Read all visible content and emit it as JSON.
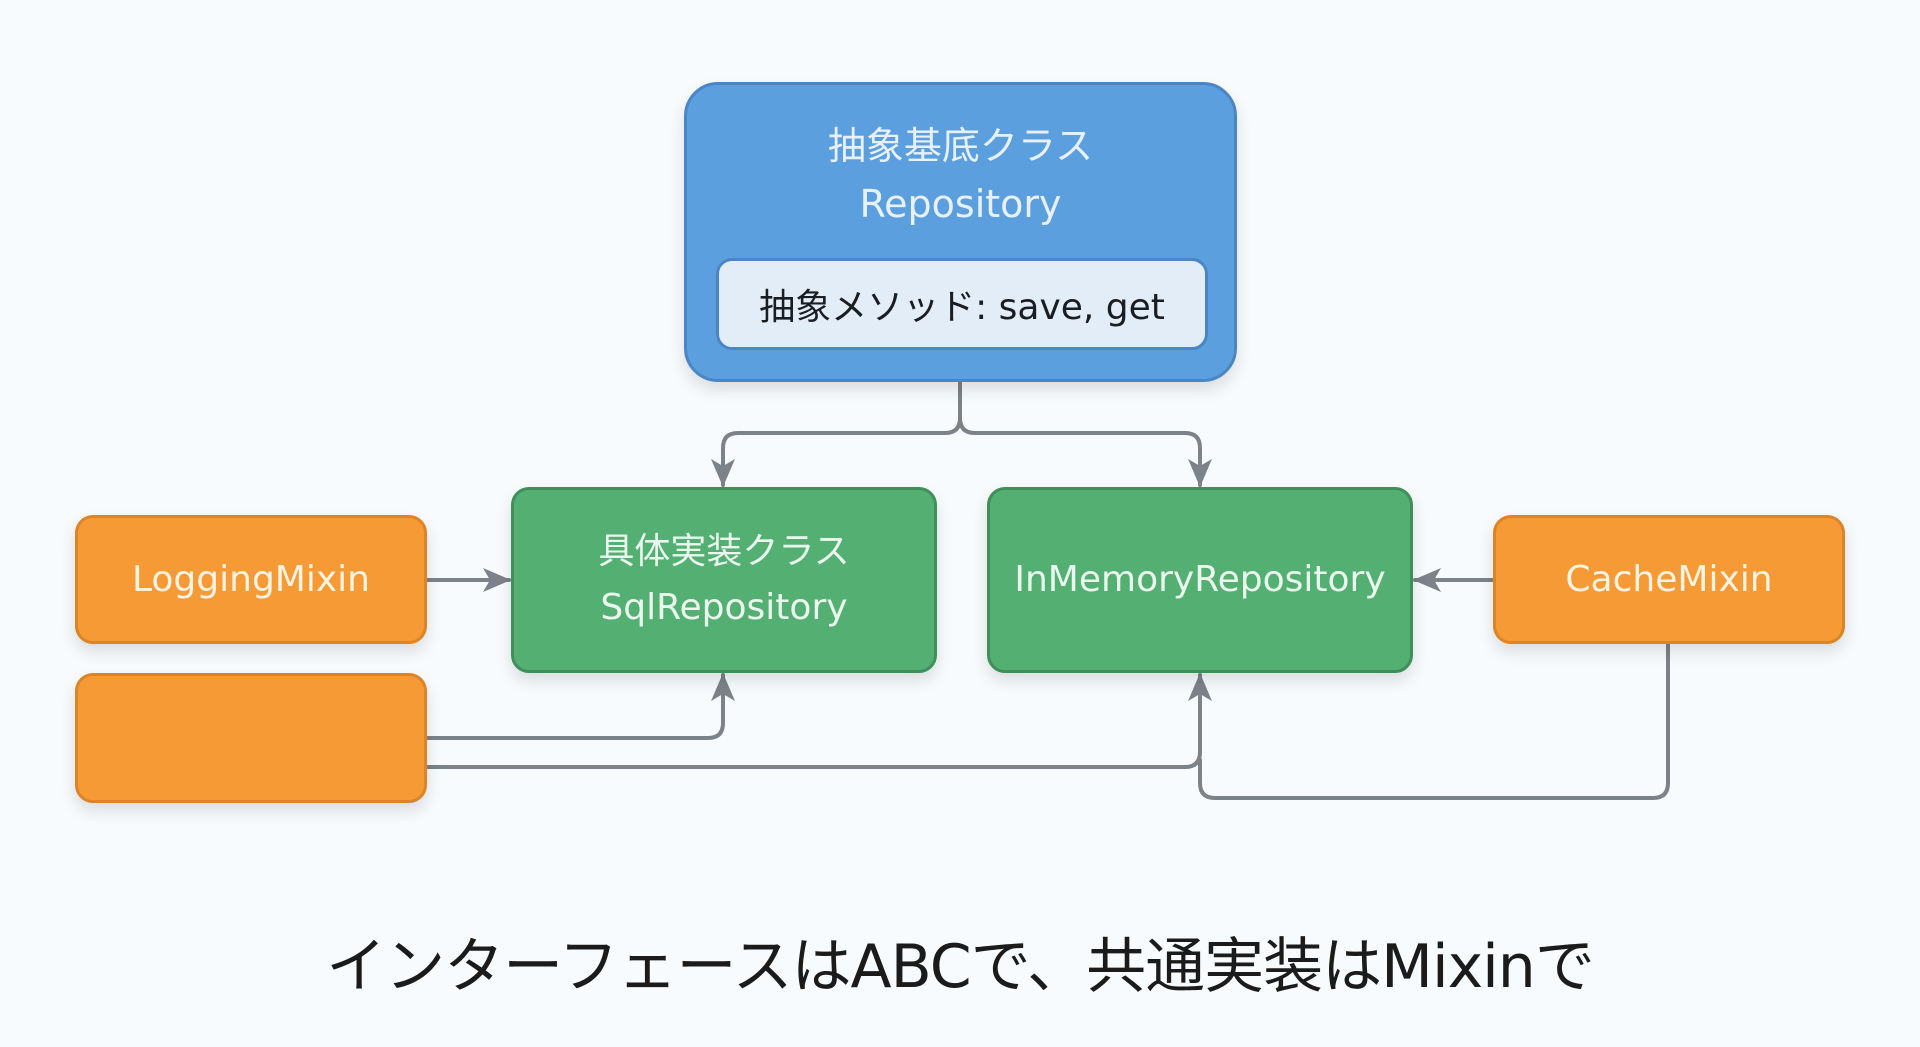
{
  "diagram": {
    "abstract_class": {
      "kind_label": "抽象基底クラス",
      "name": "Repository",
      "methods_label": "抽象メソッド: save, get"
    },
    "concrete_classes": [
      {
        "kind_label": "具体実装クラス",
        "name": "SqlRepository"
      },
      {
        "kind_label": "",
        "name": "InMemoryRepository"
      }
    ],
    "mixins": [
      {
        "name": "LoggingMixin"
      },
      {
        "name": ""
      },
      {
        "name": "CacheMixin"
      }
    ],
    "edges": [
      {
        "from": "Repository",
        "to": "SqlRepository"
      },
      {
        "from": "Repository",
        "to": "InMemoryRepository"
      },
      {
        "from": "LoggingMixin",
        "to": "SqlRepository"
      },
      {
        "from": "CacheMixin",
        "to": "InMemoryRepository"
      },
      {
        "from": "unlabeled-mixin",
        "to": "SqlRepository"
      },
      {
        "from": "unlabeled-mixin",
        "to": "InMemoryRepository"
      },
      {
        "from": "CacheMixin",
        "to": "InMemoryRepository",
        "route": "below"
      }
    ],
    "colors": {
      "abstract": "#5c9fde",
      "concrete": "#54af72",
      "mixin": "#f69a35",
      "connector": "#7c8289",
      "background": "#f8fbfd"
    }
  },
  "caption": "インターフェースはABCで、共通実装はMixinで"
}
